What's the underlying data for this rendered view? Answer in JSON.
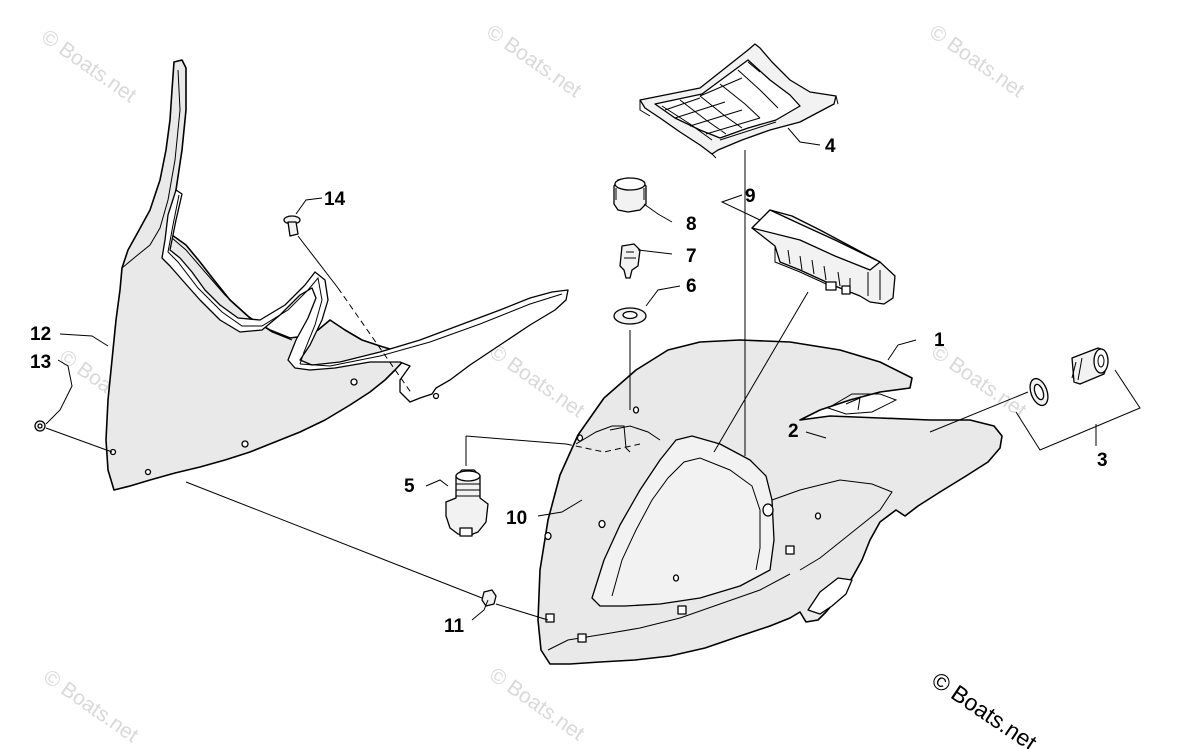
{
  "watermark": "© Boats.net",
  "copyright": "© Boats.net",
  "callouts": {
    "c1": "1",
    "c2": "2",
    "c3": "3",
    "c4": "4",
    "c5": "5",
    "c6": "6",
    "c7": "7",
    "c8": "8",
    "c9": "9",
    "c10": "10",
    "c11": "11",
    "c12": "12",
    "c13": "13",
    "c14": "14"
  }
}
